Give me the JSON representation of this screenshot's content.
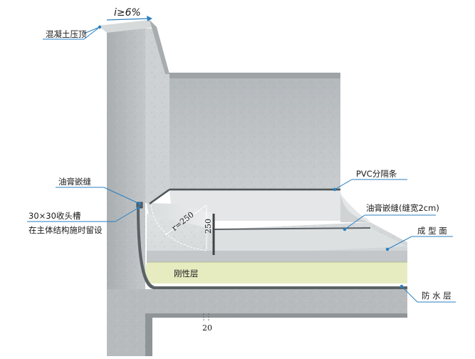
{
  "slope_text": "i≥6%",
  "labels": {
    "concrete_coping": "混凝土压顶",
    "sealant_joint": "油膏嵌缝",
    "groove_line1": "30×30收头槽",
    "groove_line2": "在主体结构施时留设",
    "pvc_strip": "PVC分隔条",
    "sealant_joint_width": "油膏嵌缝(缝宽2cm)",
    "finish_surface": "成 型 面",
    "rigid_layer": "刚性层",
    "waterproof_layer": "防 水 层"
  },
  "dimensions": {
    "radius": "r=250",
    "height": "250",
    "gap": "20"
  },
  "colors": {
    "leader": "#2a7fc0",
    "concrete": "#b9bdbf",
    "rigid_layer": "#e6ecc0",
    "waterproof": "#5a6266"
  }
}
